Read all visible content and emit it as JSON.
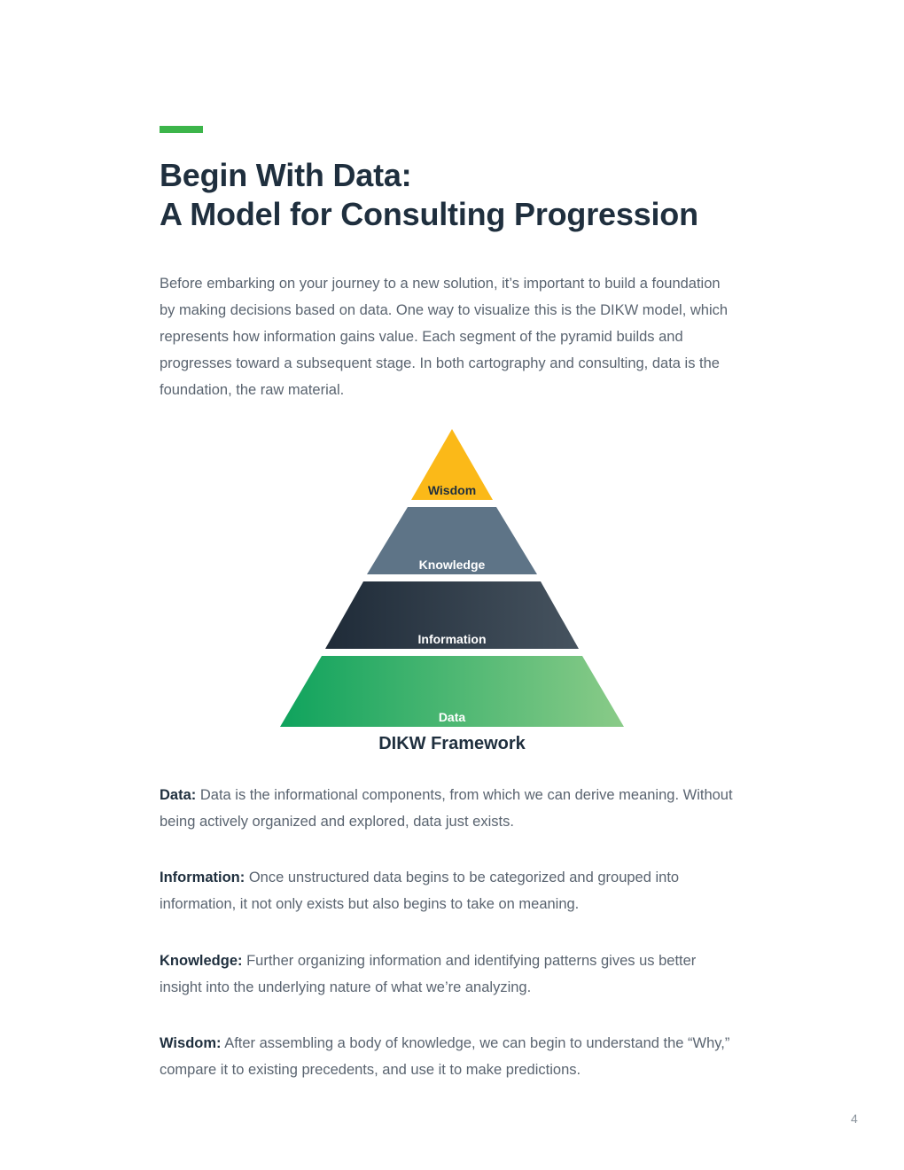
{
  "title": {
    "line1": "Begin With Data:",
    "line2": "A Model for Consulting Progression"
  },
  "intro": "Before embarking on your journey to a new solution, it’s important to build a foundation by making decisions based on data. One way to visualize this is the DIKW model, which represents how information gains value. Each segment of the pyramid builds and progresses toward a subsequent stage. In both cartography and consulting, data is the foundation, the raw material.",
  "pyramid": {
    "levels": {
      "wisdom": "Wisdom",
      "knowledge": "Knowledge",
      "information": "Information",
      "data": "Data"
    },
    "colors": {
      "wisdom": "#fbb918",
      "knowledge": "#5e7487",
      "information": "#26323f",
      "data_start": "#0fa35d",
      "data_end": "#8acb88",
      "accent": "#3cb54a"
    },
    "caption": "DIKW Framework"
  },
  "definitions": [
    {
      "term": "Data:",
      "text": " Data is the informational components, from which we can derive meaning. Without being actively organized and explored, data just exists."
    },
    {
      "term": "Information:",
      "text": " Once unstructured data begins to be categorized and grouped into information, it not only exists but also begins to take on meaning."
    },
    {
      "term": "Knowledge:",
      "text": " Further organizing information and identifying patterns gives us better insight into the underlying nature of what we’re analyzing."
    },
    {
      "term": "Wisdom:",
      "text": " After assembling a body of knowledge, we can begin to understand the “Why,” compare it to existing precedents, and use it to make predictions."
    }
  ],
  "page_number": "4"
}
